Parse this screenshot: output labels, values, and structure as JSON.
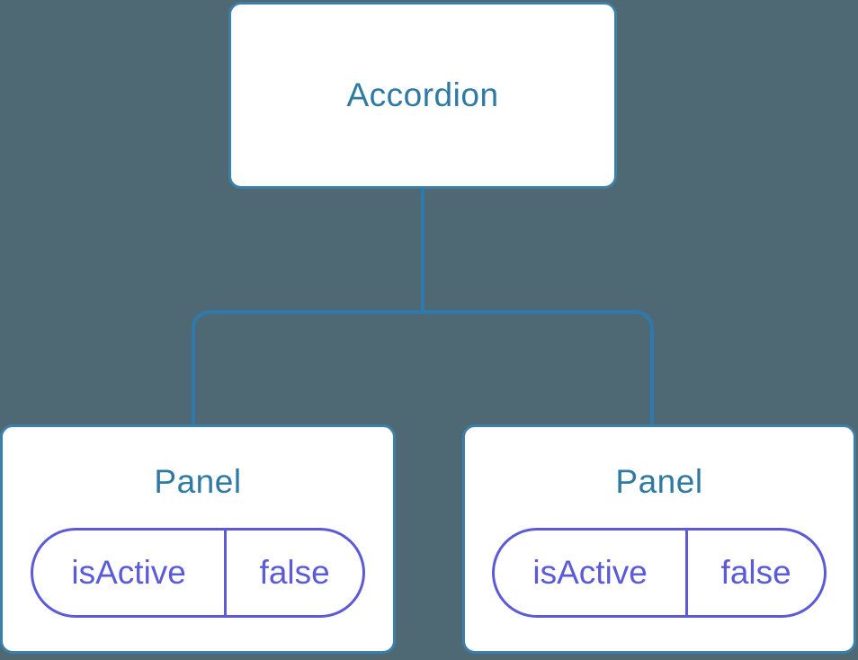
{
  "diagram": {
    "type": "component-tree",
    "background_color": "#4e6973",
    "connector_color": "#2e79ae",
    "node_border_color": "#3b80ab",
    "node_fill_color": "#ffffff",
    "node_title_color": "#2e7aa3",
    "state_color": "#5b5bd8",
    "root": {
      "label": "Accordion"
    },
    "children": [
      {
        "label": "Panel",
        "state": {
          "key": "isActive",
          "value": "false"
        }
      },
      {
        "label": "Panel",
        "state": {
          "key": "isActive",
          "value": "false"
        }
      }
    ]
  }
}
